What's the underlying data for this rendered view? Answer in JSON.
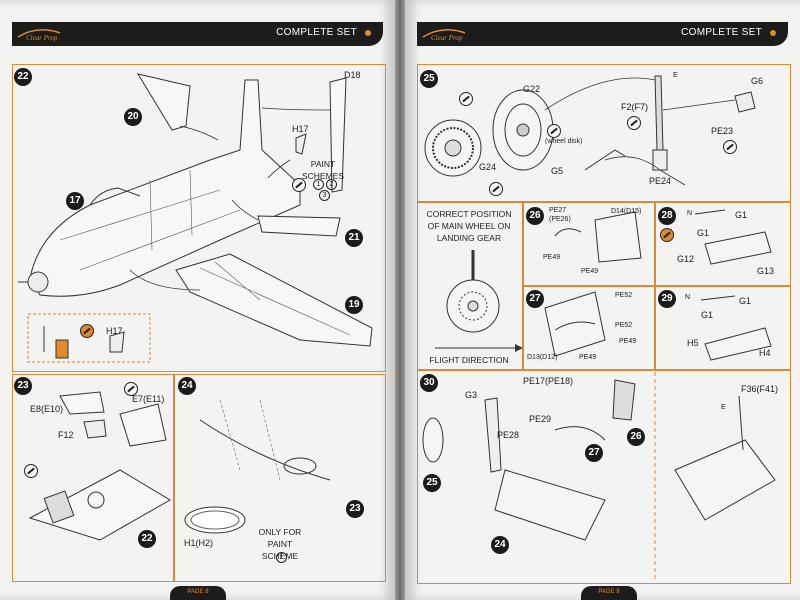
{
  "header": {
    "title": "COMPLETE SET",
    "logo_text": "Clear Prop"
  },
  "footer": {
    "left": "PAGE 8",
    "right": "PAGE 9"
  },
  "colors": {
    "accent": "#e08a2a",
    "frame": "#d78a3a",
    "dark": "#1c1c1c",
    "paper": "#f3f3f1"
  },
  "left": {
    "step22": {
      "num": "22",
      "parts": [
        "20",
        "17",
        "21",
        "19"
      ],
      "labels": {
        "d18": "D18",
        "h17": "H17",
        "h17_detail": "H17"
      },
      "paint_schemes": {
        "title": "PAINT\nSCHEMES",
        "nums": [
          "1",
          "2",
          "3"
        ]
      }
    },
    "step23": {
      "num": "23",
      "labels": {
        "e8": "E8(E10)",
        "e7": "E7(E11)",
        "f12": "F12"
      },
      "parts": [
        "22"
      ]
    },
    "step24": {
      "num": "24",
      "labels": {
        "h1": "H1(H2)",
        "note": "ONLY FOR\nPAINT SCHEME",
        "scheme": "1"
      },
      "parts": [
        "23"
      ]
    }
  },
  "right": {
    "step25": {
      "num": "25",
      "labels": {
        "g22": "G22",
        "g24": "G24",
        "g5": "G5",
        "wheel_disk": "(wheel disk)",
        "f2": "F2(F7)",
        "pe23": "PE23",
        "pe24": "PE24",
        "g6": "G6",
        "e": "E"
      }
    },
    "correct": {
      "text": "CORRECT POSITION\nOF MAIN WHEEL ON\nLANDING GEAR",
      "flight": "FLIGHT DIRECTION"
    },
    "step26": {
      "num": "26",
      "labels": {
        "pe27": "PE27\n(PE26)",
        "d14": "D14(D15)",
        "pe49a": "PE49",
        "pe49b": "PE49"
      }
    },
    "step27": {
      "num": "27",
      "labels": {
        "pe52a": "PE52",
        "pe52b": "PE52",
        "pe49": "PE49",
        "d13": "D13(D12)",
        "pe49b": "PE49"
      }
    },
    "step28": {
      "num": "28",
      "labels": {
        "g1a": "G1",
        "g1b": "G1",
        "g12": "G12",
        "g13": "G13",
        "n": "N"
      }
    },
    "step29": {
      "num": "29",
      "labels": {
        "g1a": "G1",
        "g1b": "G1",
        "h5": "H5",
        "h4": "H4",
        "n": "N"
      }
    },
    "step30": {
      "num": "30",
      "labels": {
        "g3": "G3",
        "pe17": "PE17(PE18)",
        "pe29": "PE29",
        "pe28": "PE28",
        "f36": "F36(F41)",
        "e": "E"
      },
      "parts": [
        "25",
        "26",
        "27",
        "24"
      ]
    }
  }
}
